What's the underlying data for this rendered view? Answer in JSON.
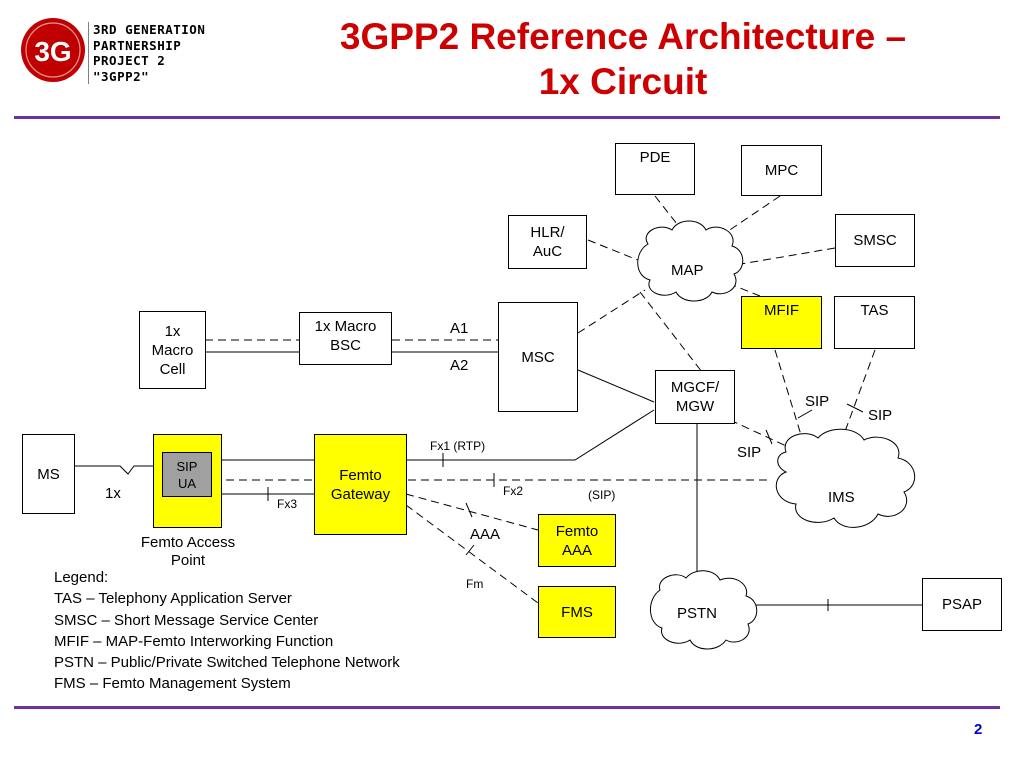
{
  "logo": {
    "badge_text": "3G",
    "lines": [
      "3RD GENERATION",
      "PARTNERSHIP",
      "PROJECT 2",
      "\"3GPP2\""
    ]
  },
  "title": "3GPP2 Reference Architecture –\n1x Circuit",
  "colors": {
    "title": "#cc0000",
    "rule": "#7030a0",
    "femto_box": "#ffff00",
    "sip_ua_box": "#a0a0a0",
    "logo_badge": "#c00000",
    "page_number": "#0000cc"
  },
  "nodes": {
    "pde": "PDE",
    "mpc": "MPC",
    "hlr": "HLR/\nAuC",
    "smsc": "SMSC",
    "mfif": "MFIF",
    "tas": "TAS",
    "macro_cell": "1x\nMacro\nCell",
    "macro_bsc": "1x Macro\nBSC",
    "msc": "MSC",
    "mgcf": "MGCF/\nMGW",
    "ms": "MS",
    "sip_ua": "SIP\nUA",
    "femto_gw": "Femto\nGateway",
    "femto_aaa": "Femto\nAAA",
    "fms": "FMS",
    "psap": "PSAP"
  },
  "clouds": {
    "map": "MAP",
    "ims": "IMS",
    "pstn": "PSTN"
  },
  "labels": {
    "a1": "A1",
    "a2": "A2",
    "sip_mfif": "SIP",
    "sip_tas": "SIP",
    "sip_mgcf": "SIP",
    "sip_paren": "(SIP)",
    "fx1": "Fx1  (RTP)",
    "fx2": "Fx2",
    "fx3": "Fx3",
    "aaa": "AAA",
    "fm": "Fm",
    "onex": "1x",
    "femto_ap": "Femto Access\nPoint"
  },
  "legend": {
    "heading": "Legend:",
    "items": [
      "TAS – Telephony Application Server",
      "SMSC – Short Message Service Center",
      "MFIF – MAP-Femto Interworking Function",
      "PSTN – Public/Private Switched Telephone Network",
      "FMS  – Femto Management System"
    ]
  },
  "page_number": "2"
}
